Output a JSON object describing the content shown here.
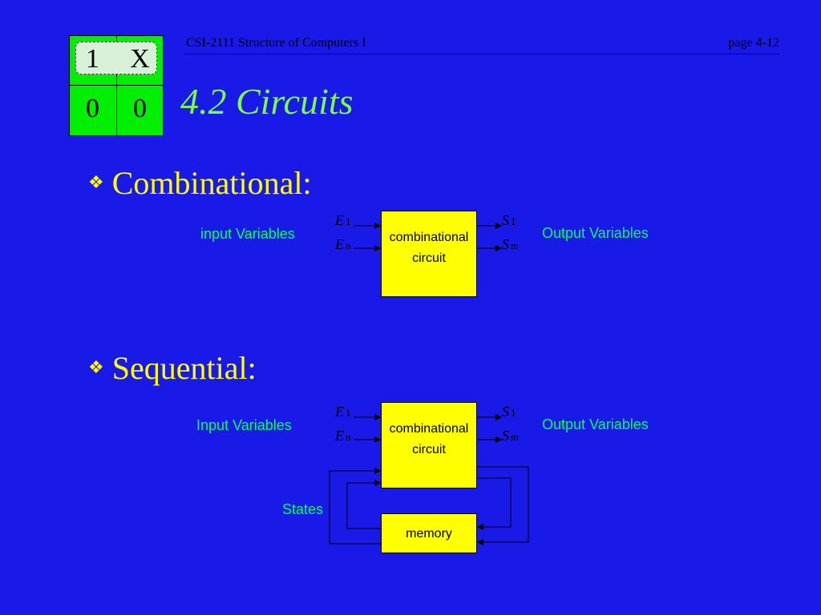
{
  "header": {
    "course": "CSI-2111 Structure of Computers I",
    "page": "page 4-12"
  },
  "logo": {
    "cells": [
      "1",
      "X",
      "0",
      "0"
    ]
  },
  "title": "4.2 Circuits",
  "sections": [
    {
      "heading": "Combinational:",
      "input_label": "input Variables",
      "output_label": "Output Variables",
      "box": {
        "line1": "combinational",
        "line2": "circuit"
      },
      "inputs": [
        {
          "main": "E",
          "sub": "1"
        },
        {
          "main": "E",
          "sub": "n"
        }
      ],
      "outputs": [
        {
          "main": "S",
          "sub": "1"
        },
        {
          "main": "S",
          "sub": "m"
        }
      ]
    },
    {
      "heading": "Sequential:",
      "input_label": "Input Variables",
      "output_label": "Output Variables",
      "box": {
        "line1": "combinational",
        "line2": "circuit"
      },
      "inputs": [
        {
          "main": "E",
          "sub": "1"
        },
        {
          "main": "E",
          "sub": "n"
        }
      ],
      "outputs": [
        {
          "main": "S",
          "sub": "1"
        },
        {
          "main": "S",
          "sub": "m"
        }
      ],
      "states_label": "States",
      "memory_label": "memory"
    }
  ],
  "colors": {
    "background": "#1a1ae8",
    "title": "#7cff3a",
    "bullet": "#ffff00",
    "label": "#00ff5a",
    "box": "#ffff00",
    "logo": "#00ee00"
  },
  "icons": {
    "bullet": "diamond-bullet-icon",
    "logo": "logic-grid-logo"
  }
}
